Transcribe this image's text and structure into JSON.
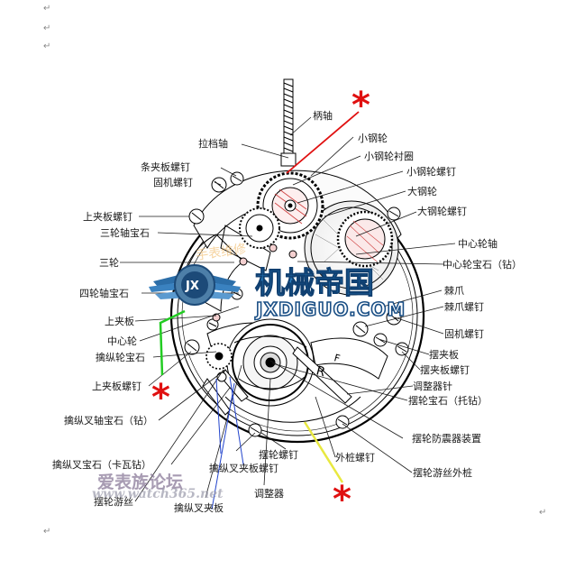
{
  "colors": {
    "leader_line": "#1a1a1a",
    "ink": "#000000",
    "star": "#e01010",
    "red_leader": "#e01010",
    "green_leader": "#22cc22",
    "yellow_leader": "#e8e840",
    "logo_blue": "#1f6aa8",
    "logo_text": "#2a7fc0",
    "paragraph_mark": "#888888"
  },
  "paragraph_mark": "↵",
  "labels": {
    "bingzhou": "柄轴",
    "xiaogangl": "小钢轮",
    "ladangzhou": "拉档轴",
    "xiaogangl_chenquan": "小钢轮衬圈",
    "tiaojiaban_luoding": "条夹板螺钉",
    "xiaogangl_luoding": "小钢轮螺钉",
    "gujiluoding_top": "固机螺钉",
    "dagangl": "大钢轮",
    "shangjiaban_luoding": "上夹板螺钉",
    "dagangl_luoding": "大钢轮螺钉",
    "sanlunzhou_baoshi": "三轮轴宝石",
    "zhongxinlunzhou": "中心轮轴",
    "sanlun": "三轮",
    "zhongxinlun_baoshi": "中心轮宝石（钻）",
    "silunzhou_baoshi": "四轮轴宝石",
    "jizhao": "棘爪",
    "jizhao_luoding": "棘爪螺钉",
    "shangjiaban": "上夹板",
    "gujiluoding_right": "固机螺钉",
    "zhongxinlun": "中心轮",
    "baijiaban": "摆夹板",
    "qinzonglun_baoshi": "擒纵轮宝石",
    "baijiaban_luoding": "摆夹板螺钉",
    "tiaozhengqi_zhen": "调整器针",
    "shangjiaban_luoding2": "上夹板螺钉",
    "bailun_baoshi": "摆轮宝石（托钻）",
    "qinzongcha_zhou_baoshi": "擒纵叉轴宝石（钻）",
    "bailun_fangzhen": "摆轮防震器装置",
    "waizhuang_luoding": "外桩螺钉",
    "qinzongcha_baoshi": "擒纵叉宝石（卡瓦钻）",
    "bailun_luoding": "摆轮螺钉",
    "qinzongcha_jiaban_luoding": "擒纵叉夹板螺钉",
    "bailun_yousi": "摆轮游丝外桩",
    "bailun_zhou": "摆轮游丝",
    "tiaozhengqi": "调整器",
    "qinzongcha_jiaban": "擒纵叉夹板"
  },
  "logo": {
    "badge_text": "JX",
    "title": "机械帝国",
    "subtitle": "JXDIGUO.COM"
  },
  "watermark": {
    "cn": "爱表族论坛",
    "url": "www.watch365.net"
  },
  "stamp_text": "手表维修"
}
